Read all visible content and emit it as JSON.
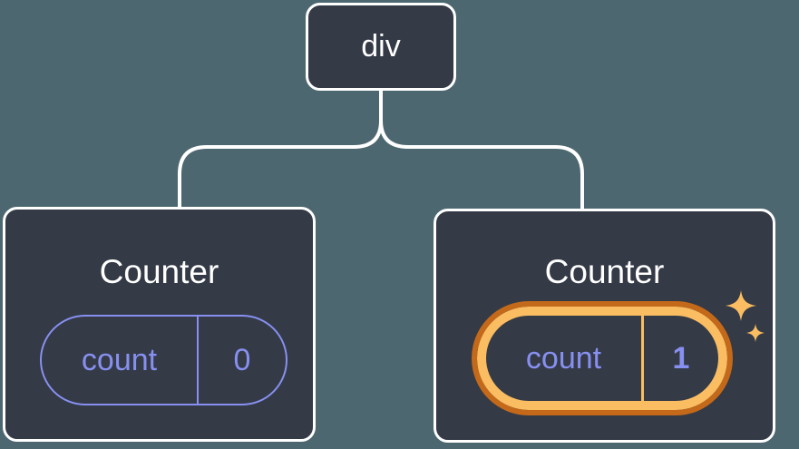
{
  "colors": {
    "background": "#4d6770",
    "card_background": "#343a46",
    "card_border": "#ffffff",
    "connector": "#ffffff",
    "title_text": "#ffffff",
    "state_purple": "#8790f0",
    "highlight_orange_dark": "#c4691a",
    "highlight_orange_light": "#fabd62"
  },
  "tree": {
    "root": {
      "label": "div"
    },
    "children": [
      {
        "title": "Counter",
        "state": {
          "name": "count",
          "value": "0"
        },
        "highlighted": false
      },
      {
        "title": "Counter",
        "state": {
          "name": "count",
          "value": "1"
        },
        "highlighted": true,
        "icon": "sparkle-icon"
      }
    ]
  }
}
